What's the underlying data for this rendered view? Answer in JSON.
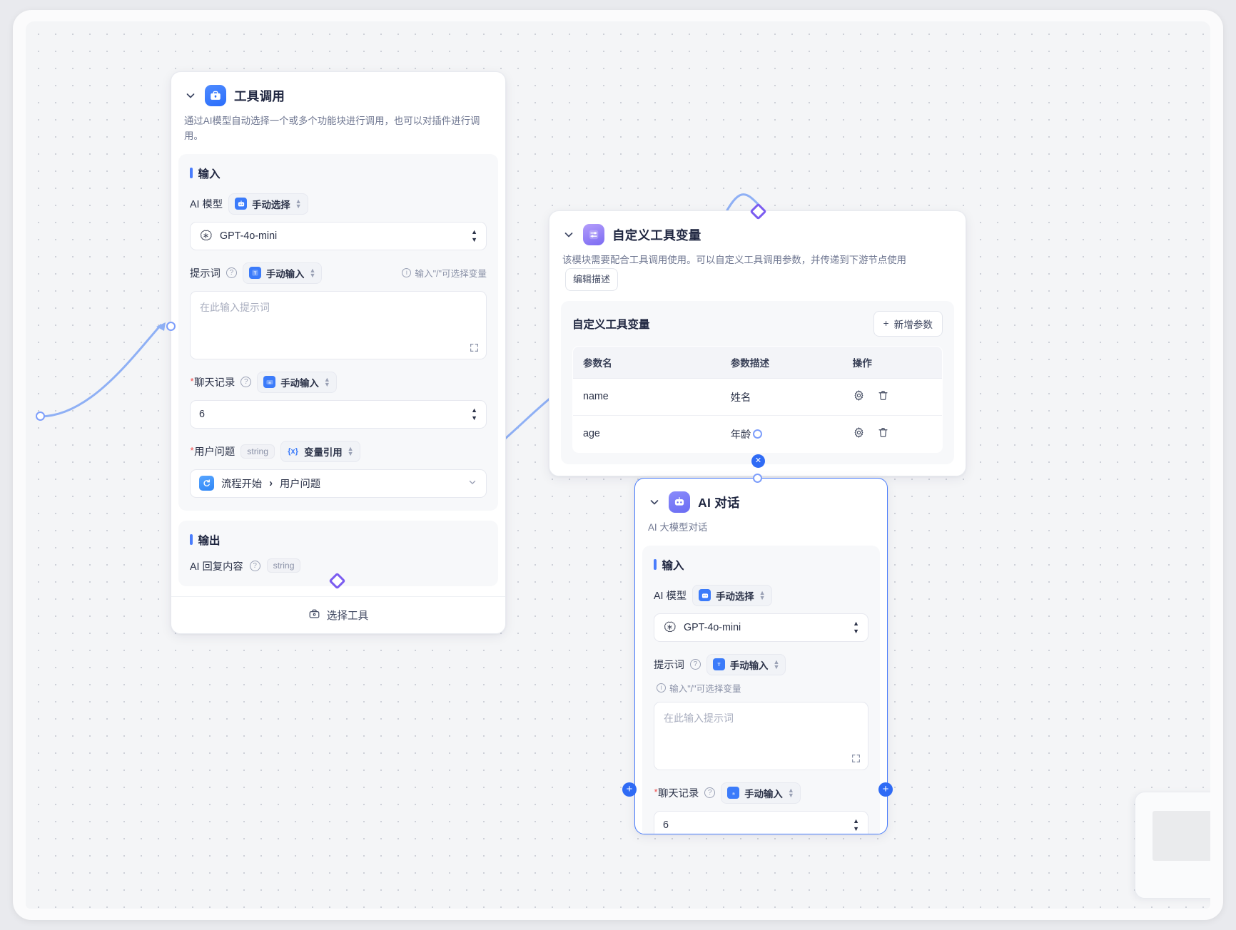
{
  "nodes": {
    "tool_call": {
      "title": "工具调用",
      "icon": "toolbox-icon",
      "description": "通过AI模型自动选择一个或多个功能块进行调用，也可以对插件进行调用。",
      "input_section": "输入",
      "output_section": "输出",
      "fields": {
        "model_label": "AI 模型",
        "model_mode": "手动选择",
        "model_value": "GPT-4o-mini",
        "prompt_label": "提示词",
        "prompt_mode": "手动输入",
        "prompt_hint": "输入\"/\"可选择变量",
        "prompt_placeholder": "在此输入提示词",
        "history_label": "聊天记录",
        "history_mode": "手动输入",
        "history_value": "6",
        "question_label": "用户问题",
        "question_type": "string",
        "question_mode": "变量引用",
        "question_ref_node": "流程开始",
        "question_ref_field": "用户问题"
      },
      "output": {
        "label": "AI 回复内容",
        "type": "string"
      },
      "footer_button": "选择工具"
    },
    "custom_tool_var": {
      "title": "自定义工具变量",
      "icon": "sliders-icon",
      "description": "该模块需要配合工具调用使用。可以自定义工具调用参数，并传递到下游节点使用",
      "edit_desc_button": "编辑描述",
      "panel_title": "自定义工具变量",
      "add_param_button": "新增参数",
      "add_param_symbol": "+",
      "table": {
        "headers": [
          "参数名",
          "参数描述",
          "操作"
        ],
        "rows": [
          {
            "name": "name",
            "desc": "姓名",
            "actions": [
              "gear-icon",
              "trash-icon"
            ]
          },
          {
            "name": "age",
            "desc": "年龄",
            "actions": [
              "gear-icon",
              "trash-icon"
            ]
          }
        ]
      }
    },
    "ai_chat": {
      "title": "AI 对话",
      "icon": "robot-icon",
      "description": "AI 大模型对话",
      "input_section": "输入",
      "fields": {
        "model_label": "AI 模型",
        "model_mode": "手动选择",
        "model_value": "GPT-4o-mini",
        "prompt_label": "提示词",
        "prompt_mode": "手动输入",
        "prompt_hint": "输入\"/\"可选择变量",
        "prompt_placeholder": "在此输入提示词",
        "history_label": "聊天记录",
        "history_mode": "手动输入",
        "history_value": "6"
      }
    }
  },
  "colors": {
    "accent": "#4a7dfc",
    "edge": "#8fb0f5",
    "diamond": "#7b5cf0",
    "required": "#f04848",
    "canvas": "#f4f5f7"
  }
}
